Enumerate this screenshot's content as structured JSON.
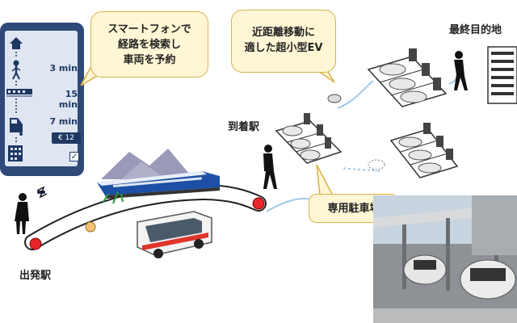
{
  "phone": {
    "times": [
      "3 min",
      "15 min",
      "7 min"
    ],
    "fare": "€ 12"
  },
  "callouts": {
    "smartphone": [
      "スマートフォンで",
      "経路を検索し",
      "車両を予約"
    ],
    "ev": [
      "近距離移動に",
      "適した超小型EV"
    ],
    "parking": "専用駐車場"
  },
  "labels": {
    "departure": "出発駅",
    "arrival": "到着駅",
    "destination": "最終目的地"
  },
  "colors": {
    "phone_frame": "#2f4a78",
    "callout_fill": "#fff6d5",
    "callout_border": "#d7b24a",
    "station_red": "#e8262a",
    "route_arrow": "#9ec9ea"
  }
}
